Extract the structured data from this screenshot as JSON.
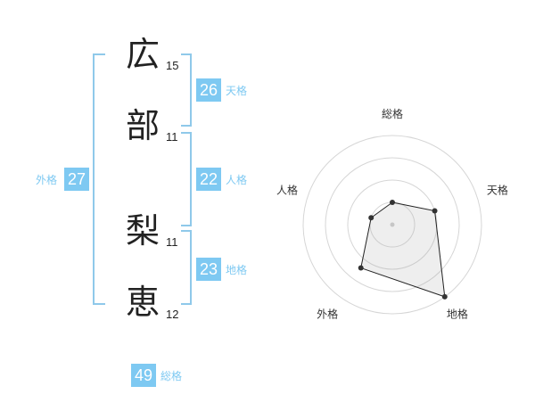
{
  "name": {
    "characters": [
      {
        "char": "広",
        "strokes": "15"
      },
      {
        "char": "部",
        "strokes": "11"
      },
      {
        "char": "梨",
        "strokes": "11"
      },
      {
        "char": "恵",
        "strokes": "12"
      }
    ]
  },
  "fortunes": {
    "tenkaku": {
      "value": "26",
      "label": "天格"
    },
    "jinkaku": {
      "value": "22",
      "label": "人格"
    },
    "chikaku": {
      "value": "23",
      "label": "地格"
    },
    "gaikaku": {
      "value": "27",
      "label": "外格"
    },
    "soukaku": {
      "value": "49",
      "label": "総格"
    }
  },
  "radar": {
    "axes": [
      "総格",
      "天格",
      "地格",
      "外格",
      "人格"
    ],
    "levels": 4,
    "values": [
      0.25,
      0.5,
      1.0,
      0.6,
      0.25
    ]
  },
  "colors": {
    "accent": "#7ec9f2",
    "bracket": "#8fc9ea"
  }
}
